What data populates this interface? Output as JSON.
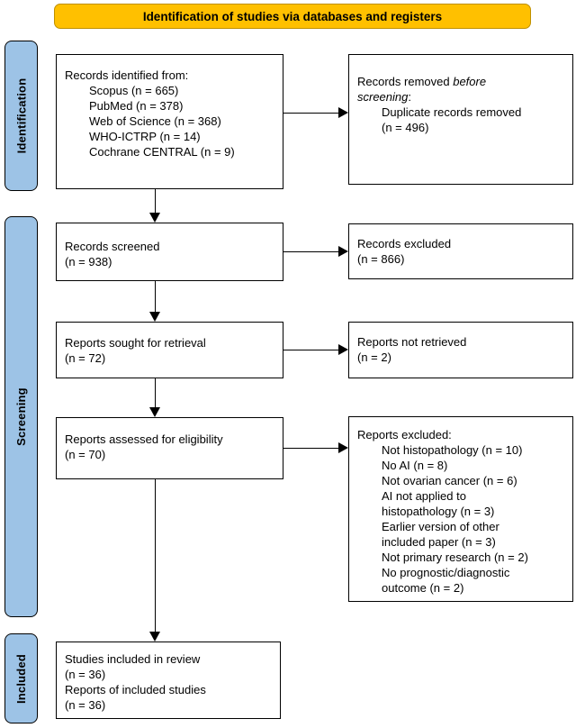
{
  "banner": {
    "label": "Identification of studies via databases and registers"
  },
  "sidebar": {
    "identification": "Identification",
    "screening": "Screening",
    "included": "Included"
  },
  "boxes": {
    "identified": {
      "title": "Records identified from:",
      "items": [
        "Scopus (n = 665)",
        "PubMed (n = 378)",
        "Web of Science (n = 368)",
        "WHO-ICTRP (n = 14)",
        "Cochrane CENTRAL (n = 9)"
      ]
    },
    "removed": {
      "line1_text": "Records removed ",
      "line1_italic": "before",
      "line2_italic": "screening",
      "line2_text": ":",
      "items": [
        "Duplicate records removed",
        "(n = 496)"
      ]
    },
    "screened": {
      "line1": "Records screened",
      "line2": "(n = 938)"
    },
    "records_excluded": {
      "line1": "Records excluded",
      "line2": "(n = 866)"
    },
    "sought": {
      "line1": "Reports sought for retrieval",
      "line2": "(n = 72)"
    },
    "not_retrieved": {
      "line1": "Reports not retrieved",
      "line2": "(n = 2)"
    },
    "assessed": {
      "line1": "Reports assessed for eligibility",
      "line2": "(n = 70)"
    },
    "reports_excluded": {
      "title": "Reports excluded:",
      "lines": [
        "Not histopathology (n = 10)",
        "No AI (n = 8)",
        "Not ovarian cancer (n = 6)",
        "AI not applied to",
        "histopathology (n = 3)",
        "Earlier version of other",
        "included paper (n = 3)",
        "Not primary research (n = 2)",
        "No prognostic/diagnostic",
        "outcome (n = 2)"
      ]
    },
    "included": {
      "lines": [
        "Studies included in review",
        "(n = 36)",
        "Reports of included studies",
        "(n = 36)"
      ]
    }
  },
  "colors": {
    "banner_fill": "#FFC000",
    "banner_border": "#BF9000",
    "stage_fill": "#9DC3E6",
    "box_border": "#000000"
  }
}
